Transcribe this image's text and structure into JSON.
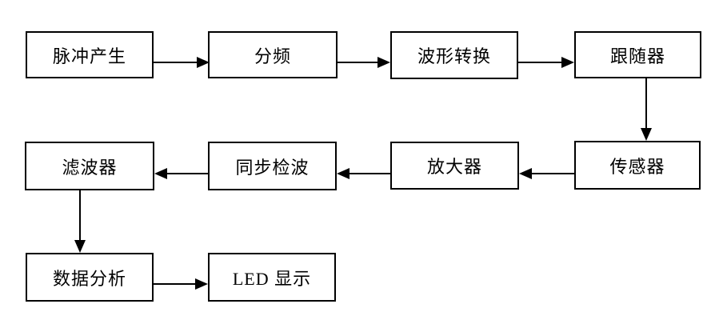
{
  "diagram": {
    "description": "signal-processing-block-diagram",
    "colors": {
      "background": "#ffffff",
      "box_fill": "#ffffff",
      "line": "#000000",
      "text": "#000000"
    },
    "nodes": {
      "pulse_gen": {
        "label": "脉冲产生"
      },
      "freq_divider": {
        "label": "分频"
      },
      "wave_convert": {
        "label": "波形转换"
      },
      "follower": {
        "label": "跟随器"
      },
      "filter": {
        "label": "滤波器"
      },
      "sync_detect": {
        "label": "同步检波"
      },
      "amplifier": {
        "label": "放大器"
      },
      "sensor": {
        "label": "传感器"
      },
      "data_analysis": {
        "label": "数据分析"
      },
      "led_display": {
        "label": "LED 显示"
      }
    },
    "edges": [
      {
        "from": "脉冲产生",
        "to": "分频",
        "direction": "right"
      },
      {
        "from": "分频",
        "to": "波形转换",
        "direction": "right"
      },
      {
        "from": "波形转换",
        "to": "跟随器",
        "direction": "right"
      },
      {
        "from": "跟随器",
        "to": "传感器",
        "direction": "down"
      },
      {
        "from": "传感器",
        "to": "放大器",
        "direction": "left"
      },
      {
        "from": "放大器",
        "to": "同步检波",
        "direction": "left"
      },
      {
        "from": "同步检波",
        "to": "滤波器",
        "direction": "left"
      },
      {
        "from": "滤波器",
        "to": "数据分析",
        "direction": "down"
      },
      {
        "from": "数据分析",
        "to": "LED 显示",
        "direction": "right"
      }
    ]
  }
}
